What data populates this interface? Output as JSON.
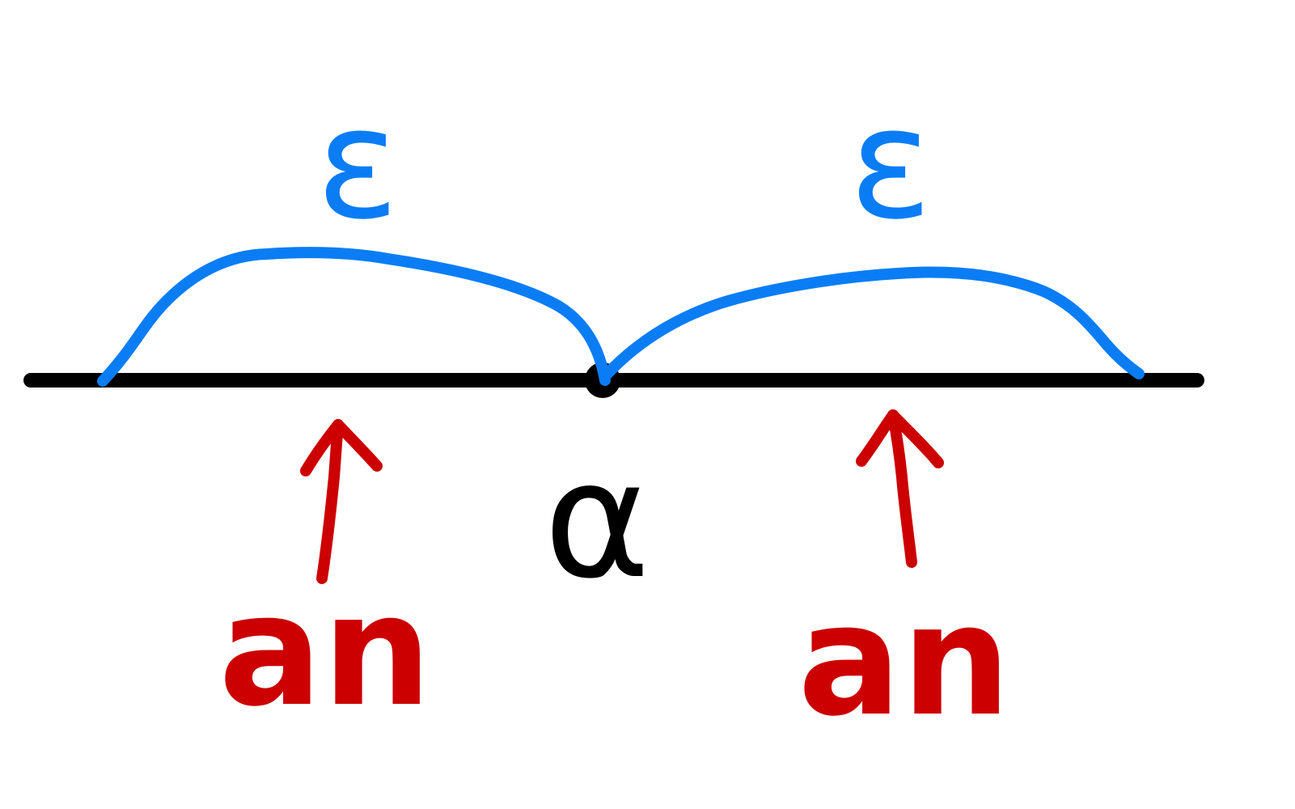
{
  "colors": {
    "axis": "#000000",
    "interval": "#0a7df5",
    "sequence": "#cc0000",
    "background": "#ffffff"
  },
  "labels": {
    "epsilon_left": "ε",
    "epsilon_right": "ε",
    "center": "α",
    "seq_left": "an",
    "seq_right": "an"
  }
}
